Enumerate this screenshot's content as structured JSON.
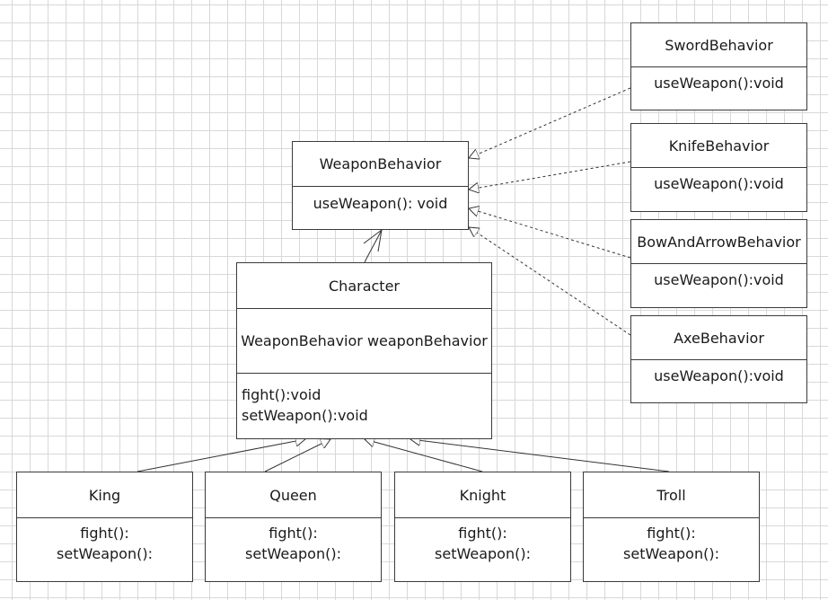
{
  "interface": {
    "name": "WeaponBehavior",
    "method": "useWeapon():  void"
  },
  "behaviors": [
    {
      "name": "SwordBehavior",
      "method": "useWeapon():void"
    },
    {
      "name": "KnifeBehavior",
      "method": "useWeapon():void"
    },
    {
      "name": "BowAndArrowBehavior",
      "method": "useWeapon():void"
    },
    {
      "name": "AxeBehavior",
      "method": "useWeapon():void"
    }
  ],
  "character": {
    "name": "Character",
    "attribute": "WeaponBehavior weaponBehavior",
    "methods": [
      "fight():void",
      "setWeapon():void"
    ]
  },
  "subclasses": [
    {
      "name": "King",
      "methods": [
        "fight():",
        "setWeapon():"
      ]
    },
    {
      "name": "Queen",
      "methods": [
        "fight():",
        "setWeapon():"
      ]
    },
    {
      "name": "Knight",
      "methods": [
        "fight():",
        "setWeapon():"
      ]
    },
    {
      "name": "Troll",
      "methods": [
        "fight():",
        "setWeapon():"
      ]
    }
  ]
}
